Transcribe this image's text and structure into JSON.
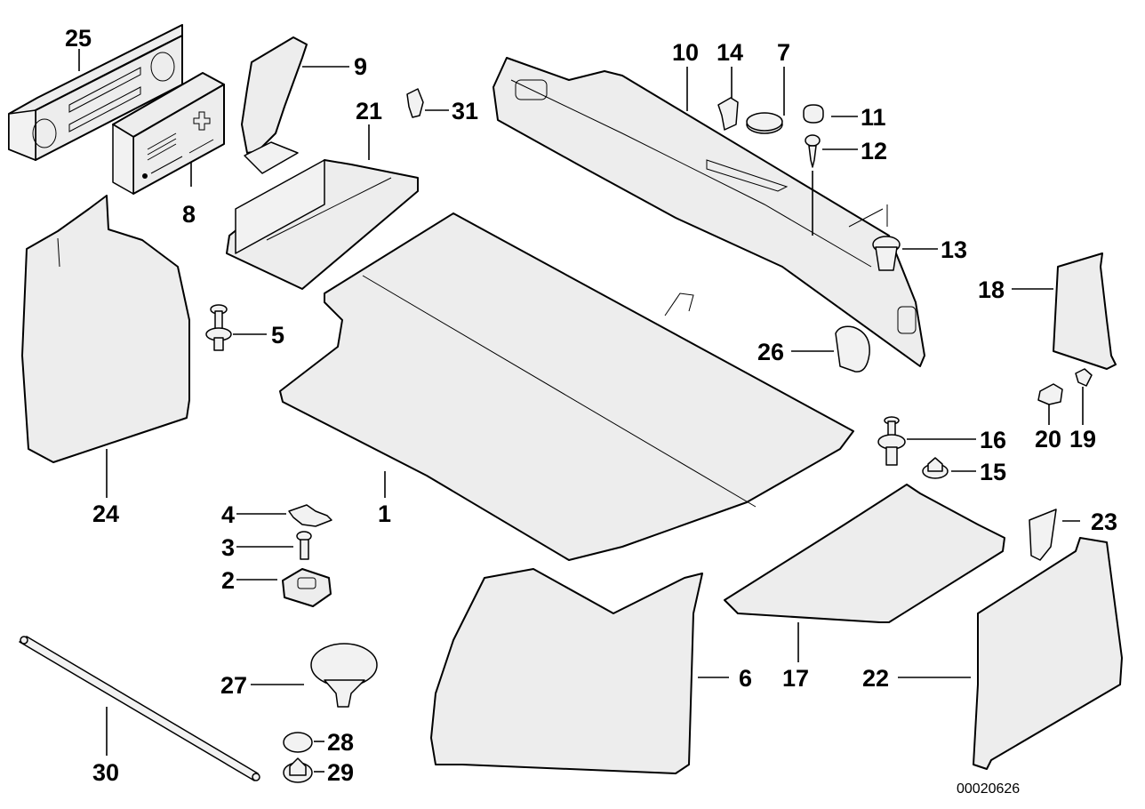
{
  "diagram": {
    "title": "Trunk trim panels parts diagram",
    "reference_number": "00020626",
    "callouts": [
      {
        "id": "1",
        "label": "1",
        "part": "trunk-floor-mat"
      },
      {
        "id": "2",
        "label": "2",
        "part": "grommet"
      },
      {
        "id": "3",
        "label": "3",
        "part": "screw"
      },
      {
        "id": "4",
        "label": "4",
        "part": "gasket-plate"
      },
      {
        "id": "5",
        "label": "5",
        "part": "expanding-rivet"
      },
      {
        "id": "6",
        "label": "6",
        "part": "left-side-trim-panel"
      },
      {
        "id": "7",
        "label": "7",
        "part": "plug-cap"
      },
      {
        "id": "8",
        "label": "8",
        "part": "first-aid-kit"
      },
      {
        "id": "9",
        "label": "9",
        "part": "bracket"
      },
      {
        "id": "10",
        "label": "10",
        "part": "loading-sill-cover"
      },
      {
        "id": "11",
        "label": "11",
        "part": "cap"
      },
      {
        "id": "12",
        "label": "12",
        "part": "self-tapping-screw"
      },
      {
        "id": "13",
        "label": "13",
        "part": "spreading-nut"
      },
      {
        "id": "14",
        "label": "14",
        "part": "clip"
      },
      {
        "id": "15",
        "label": "15",
        "part": "hex-nut"
      },
      {
        "id": "16",
        "label": "16",
        "part": "expanding-rivet-2"
      },
      {
        "id": "17",
        "label": "17",
        "part": "floor-tray"
      },
      {
        "id": "18",
        "label": "18",
        "part": "corner-trim"
      },
      {
        "id": "19",
        "label": "19",
        "part": "clip-nut"
      },
      {
        "id": "20",
        "label": "20",
        "part": "clip-screw"
      },
      {
        "id": "21",
        "label": "21",
        "part": "storage-tray"
      },
      {
        "id": "22",
        "label": "22",
        "part": "right-side-trim-panel"
      },
      {
        "id": "23",
        "label": "23",
        "part": "cover-flap"
      },
      {
        "id": "24",
        "label": "24",
        "part": "rear-left-trim-panel"
      },
      {
        "id": "25",
        "label": "25",
        "part": "warning-triangle"
      },
      {
        "id": "26",
        "label": "26",
        "part": "cover-cap"
      },
      {
        "id": "27",
        "label": "27",
        "part": "knob-fastener"
      },
      {
        "id": "28",
        "label": "28",
        "part": "retainer"
      },
      {
        "id": "29",
        "label": "29",
        "part": "nut-clip"
      },
      {
        "id": "30",
        "label": "30",
        "part": "support-rod"
      },
      {
        "id": "31",
        "label": "31",
        "part": "clamp"
      }
    ]
  }
}
